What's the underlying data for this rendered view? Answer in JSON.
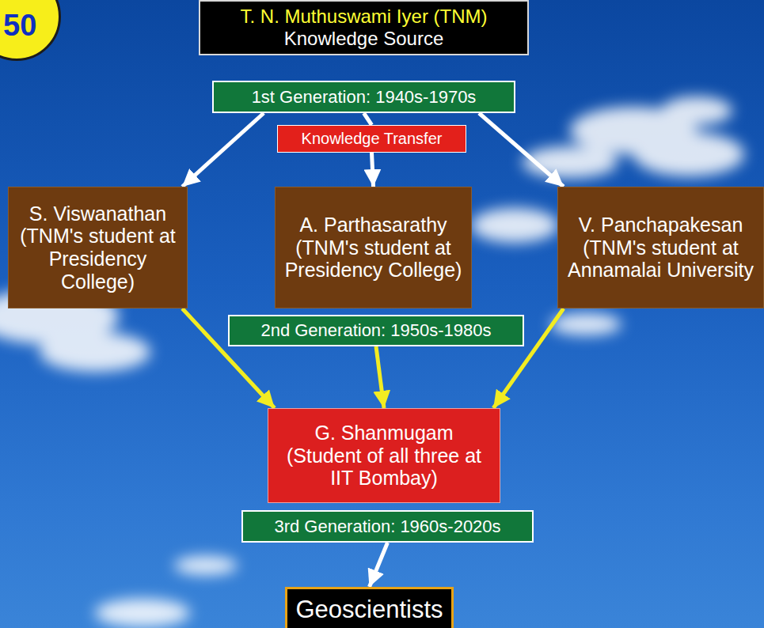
{
  "diagram": {
    "nodes": [
      {
        "text": [
          "50"
        ]
      },
      {
        "text": [
          "T. N. Muthuswami Iyer (TNM)",
          "Knowledge Source"
        ]
      },
      {
        "text": [
          "1st Generation: 1940s-1970s"
        ]
      },
      {
        "text": [
          "Knowledge Transfer"
        ]
      },
      {
        "text": [
          "S. Viswanathan (TNM's student at Presidency College)"
        ]
      },
      {
        "text": [
          "A. Parthasarathy (TNM's student at Presidency College)"
        ]
      },
      {
        "text": [
          "V. Panchapakesan (TNM's student at Annamalai University"
        ]
      },
      {
        "text": [
          "2nd Generation: 1950s-1980s"
        ]
      },
      {
        "text": [
          "G. Shanmugam (Student of all three at IIT Bombay)"
        ]
      },
      {
        "text": [
          "3rd Generation: 1960s-2020s"
        ]
      },
      {
        "text": [
          "Geoscientists"
        ]
      }
    ],
    "edges": [
      {
        "from": 2,
        "to": 3,
        "arrow": "none"
      },
      {
        "from": 2,
        "to": 4,
        "arrow": "to"
      },
      {
        "from": 3,
        "to": 5,
        "arrow": "to"
      },
      {
        "from": 2,
        "to": 6,
        "arrow": "to"
      },
      {
        "from": 4,
        "to": 8,
        "arrow": "to"
      },
      {
        "from": 7,
        "to": 8,
        "arrow": "to"
      },
      {
        "from": 6,
        "to": 8,
        "arrow": "to"
      },
      {
        "from": 9,
        "to": 10,
        "arrow": "to"
      }
    ]
  }
}
